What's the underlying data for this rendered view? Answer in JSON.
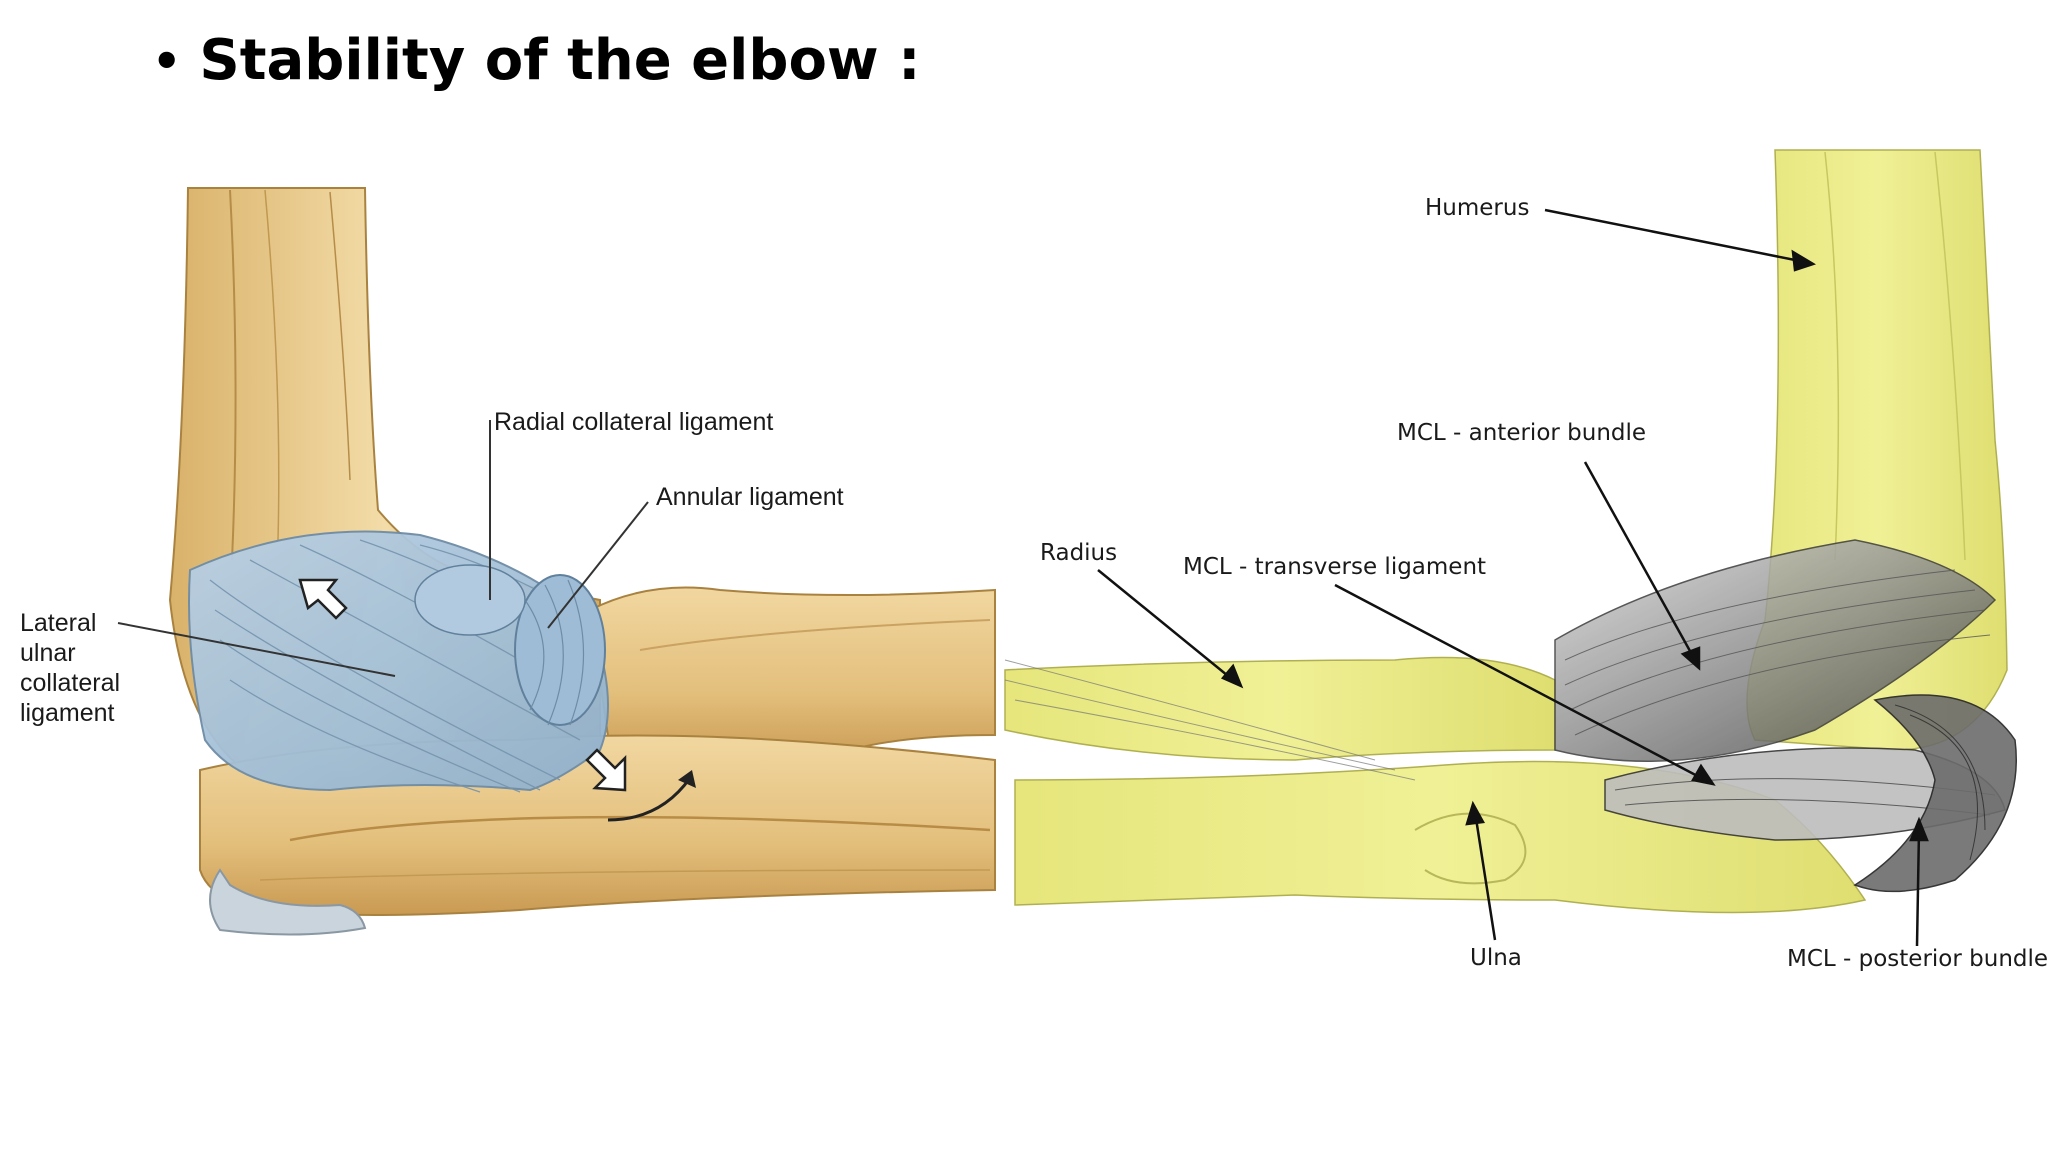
{
  "slide": {
    "bullet": "•",
    "title": "Stability of the elbow :"
  },
  "left_figure": {
    "labels": {
      "radial_collateral": "Radial collateral ligament",
      "annular": "Annular ligament",
      "lateral_ulnar_collateral": "Lateral\nulnar\ncollateral\nligament"
    },
    "colors": {
      "bone": "#e8c98a",
      "ligament": "#a9c4dc",
      "shadow": "#c9a25c"
    }
  },
  "right_figure": {
    "labels": {
      "humerus": "Humerus",
      "mcl_anterior": "MCL - anterior bundle",
      "radius": "Radius",
      "mcl_transverse": "MCL - transverse ligament",
      "ulna": "Ulna",
      "mcl_posterior": "MCL - posterior bundle"
    },
    "colors": {
      "bone": "#eaea8a",
      "ligament": "#5a5a5a"
    }
  }
}
